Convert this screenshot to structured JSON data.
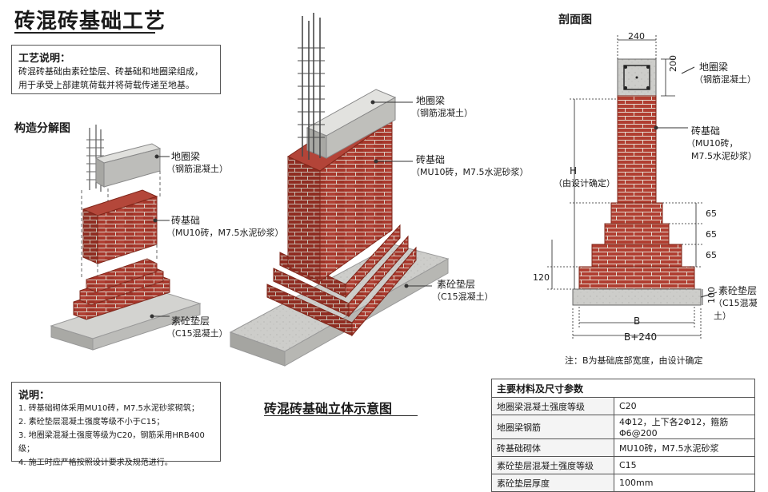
{
  "title": "砖混砖基础工艺",
  "intro": {
    "heading": "工艺说明：",
    "line1": "砖混砖基础由素砼垫层、砖基础和地圈梁组成，",
    "line2": "用于承受上部建筑荷载并将荷载传递至地基。"
  },
  "exploded": {
    "heading": "构造分解图",
    "beam_name": "地圈梁",
    "beam_mat": "（钢筋混凝土）",
    "brick_name": "砖基础",
    "brick_mat": "（MU10砖，M7.5水泥砂浆）",
    "cushion_name": "素砼垫层",
    "cushion_mat": "（C15混凝土）"
  },
  "main": {
    "caption": "砖混砖基础立体示意图",
    "beam_name": "地圈梁",
    "beam_mat": "（钢筋混凝土）",
    "brick_name": "砖基础",
    "brick_mat": "（MU10砖，M7.5水泥砂浆）",
    "cushion_name": "素砼垫层",
    "cushion_mat": "（C15混凝土）"
  },
  "section": {
    "heading": "剖面图",
    "dim_top": "240",
    "dim_beam_h": "200",
    "dim_H": "H",
    "dim_H_note": "（由设计确定）",
    "dim_step1": "65",
    "dim_step2": "65",
    "dim_step3": "65",
    "dim_120": "120",
    "dim_100": "100",
    "dim_B": "B",
    "dim_B240": "B+240",
    "beam_name": "地圈梁",
    "beam_mat": "（钢筋混凝土）",
    "brick_name": "砖基础",
    "brick_mat1": "（MU10砖，",
    "brick_mat2": "M7.5水泥砂浆）",
    "cushion_name": "素砼垫层",
    "cushion_mat": "（C15混凝土）",
    "note": "注：B为基础底部宽度，由设计确定"
  },
  "notes": {
    "heading": "说明：",
    "items": [
      "1. 砖基础砌体采用MU10砖，M7.5水泥砂浆砌筑；",
      "2. 素砼垫层混凝土强度等级不小于C15；",
      "3. 地圈梁混凝土强度等级为C20，钢筋采用HRB400级；",
      "4. 施工时应严格按照设计要求及规范进行。"
    ]
  },
  "materials": {
    "heading": "主要材料及尺寸参数",
    "rows": [
      {
        "k": "地圈梁混凝土强度等级",
        "v": "C20"
      },
      {
        "k": "地圈梁钢筋",
        "v": "4Φ12，上下各2Φ12，箍筋Φ6@200"
      },
      {
        "k": "砖基础砌体",
        "v": "MU10砖，M7.5水泥砂浆"
      },
      {
        "k": "素砼垫层混凝土强度等级",
        "v": "C15"
      },
      {
        "k": "素砼垫层厚度",
        "v": "100mm"
      }
    ]
  },
  "colors": {
    "brick": "#a8362a",
    "brick_dark": "#7e2519",
    "mortar": "#d9cfc4",
    "concrete": "#c9c9c6",
    "concrete_dark": "#9c9c98"
  }
}
